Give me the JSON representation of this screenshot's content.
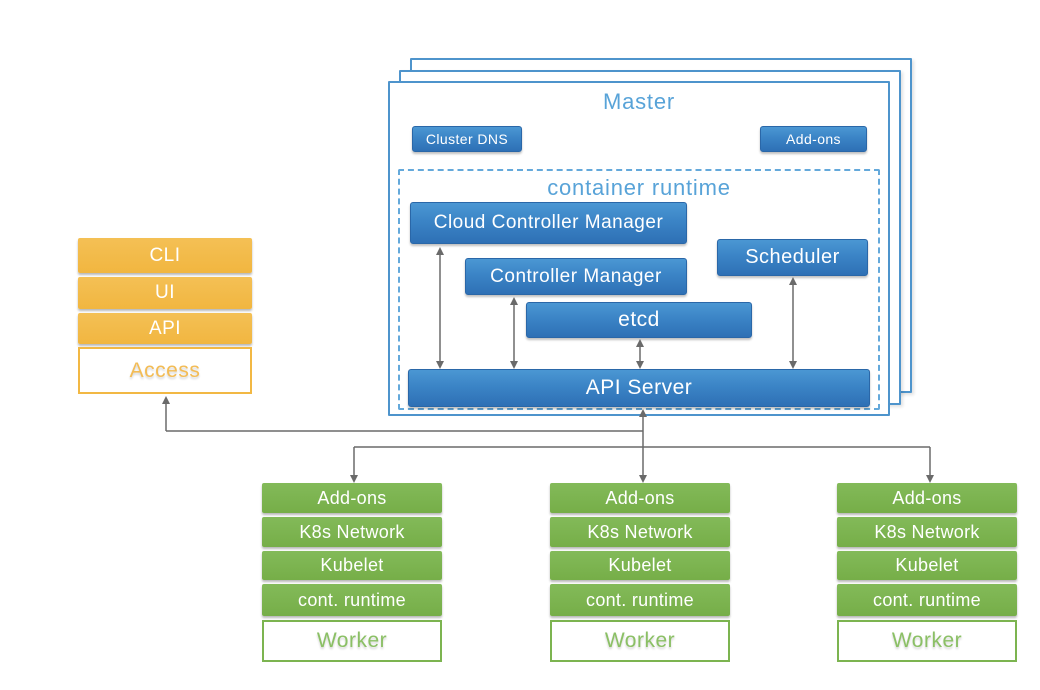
{
  "master": {
    "title": "Master",
    "badges": [
      {
        "label": "Cluster DNS"
      },
      {
        "label": "Add-ons"
      }
    ],
    "runtime": {
      "title": "container runtime",
      "components": {
        "cloud_controller_manager": "Cloud Controller Manager",
        "controller_manager": "Controller Manager",
        "scheduler": "Scheduler",
        "etcd": "etcd",
        "api_server": "API Server"
      }
    }
  },
  "access": {
    "items": [
      "CLI",
      "UI",
      "API"
    ],
    "label": "Access"
  },
  "workers": [
    {
      "items": [
        "Add-ons",
        "K8s Network",
        "Kubelet",
        "cont. runtime"
      ],
      "label": "Worker"
    },
    {
      "items": [
        "Add-ons",
        "K8s Network",
        "Kubelet",
        "cont. runtime"
      ],
      "label": "Worker"
    },
    {
      "items": [
        "Add-ons",
        "K8s Network",
        "Kubelet",
        "cont. runtime"
      ],
      "label": "Worker"
    }
  ],
  "colors": {
    "component_blue": "#3b84c6",
    "outline_light_blue": "#4e94cc",
    "title_light_blue": "#58a3d8",
    "access_orange": "#f2b844",
    "worker_green": "#7cb450",
    "connector_gray": "#6a6a6a"
  }
}
